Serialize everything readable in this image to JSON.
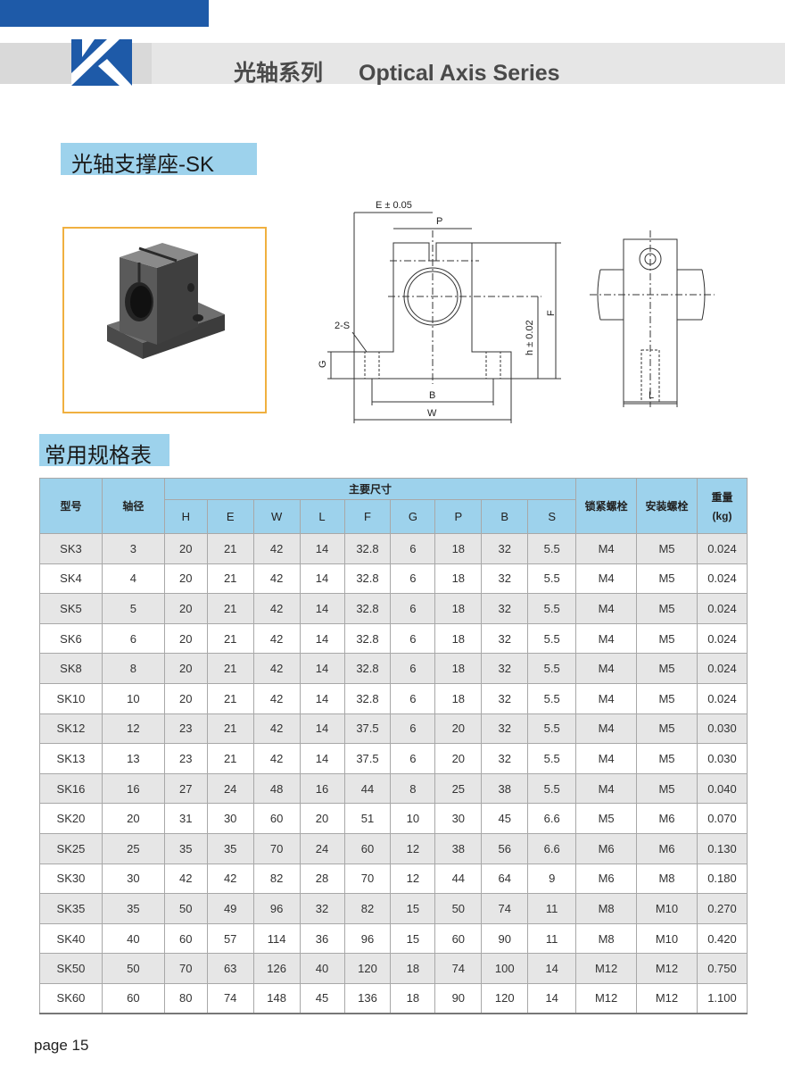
{
  "header": {
    "title_cn": "光轴系列",
    "title_en": "Optical Axis Series"
  },
  "product": {
    "title": "光轴支撑座-SK"
  },
  "table_section": {
    "title": "常用规格表"
  },
  "diagram_labels": {
    "e": "E ± 0.05",
    "p": "P",
    "s": "2-S",
    "g": "G",
    "h": "h ± 0.02",
    "f": "F",
    "b": "B",
    "w": "W",
    "l": "L"
  },
  "table": {
    "col_model": "型号",
    "col_shaft": "轴径",
    "col_main": "主要尺寸",
    "col_lock": "锁紧螺栓",
    "col_mount": "安装螺栓",
    "col_weight": "重量",
    "col_weight_unit": "(kg)",
    "dims": [
      "H",
      "E",
      "W",
      "L",
      "F",
      "G",
      "P",
      "B",
      "S"
    ],
    "rows": [
      [
        "SK3",
        "3",
        "20",
        "21",
        "42",
        "14",
        "32.8",
        "6",
        "18",
        "32",
        "5.5",
        "M4",
        "M5",
        "0.024"
      ],
      [
        "SK4",
        "4",
        "20",
        "21",
        "42",
        "14",
        "32.8",
        "6",
        "18",
        "32",
        "5.5",
        "M4",
        "M5",
        "0.024"
      ],
      [
        "SK5",
        "5",
        "20",
        "21",
        "42",
        "14",
        "32.8",
        "6",
        "18",
        "32",
        "5.5",
        "M4",
        "M5",
        "0.024"
      ],
      [
        "SK6",
        "6",
        "20",
        "21",
        "42",
        "14",
        "32.8",
        "6",
        "18",
        "32",
        "5.5",
        "M4",
        "M5",
        "0.024"
      ],
      [
        "SK8",
        "8",
        "20",
        "21",
        "42",
        "14",
        "32.8",
        "6",
        "18",
        "32",
        "5.5",
        "M4",
        "M5",
        "0.024"
      ],
      [
        "SK10",
        "10",
        "20",
        "21",
        "42",
        "14",
        "32.8",
        "6",
        "18",
        "32",
        "5.5",
        "M4",
        "M5",
        "0.024"
      ],
      [
        "SK12",
        "12",
        "23",
        "21",
        "42",
        "14",
        "37.5",
        "6",
        "20",
        "32",
        "5.5",
        "M4",
        "M5",
        "0.030"
      ],
      [
        "SK13",
        "13",
        "23",
        "21",
        "42",
        "14",
        "37.5",
        "6",
        "20",
        "32",
        "5.5",
        "M4",
        "M5",
        "0.030"
      ],
      [
        "SK16",
        "16",
        "27",
        "24",
        "48",
        "16",
        "44",
        "8",
        "25",
        "38",
        "5.5",
        "M4",
        "M5",
        "0.040"
      ],
      [
        "SK20",
        "20",
        "31",
        "30",
        "60",
        "20",
        "51",
        "10",
        "30",
        "45",
        "6.6",
        "M5",
        "M6",
        "0.070"
      ],
      [
        "SK25",
        "25",
        "35",
        "35",
        "70",
        "24",
        "60",
        "12",
        "38",
        "56",
        "6.6",
        "M6",
        "M6",
        "0.130"
      ],
      [
        "SK30",
        "30",
        "42",
        "42",
        "82",
        "28",
        "70",
        "12",
        "44",
        "64",
        "9",
        "M6",
        "M8",
        "0.180"
      ],
      [
        "SK35",
        "35",
        "50",
        "49",
        "96",
        "32",
        "82",
        "15",
        "50",
        "74",
        "11",
        "M8",
        "M10",
        "0.270"
      ],
      [
        "SK40",
        "40",
        "60",
        "57",
        "114",
        "36",
        "96",
        "15",
        "60",
        "90",
        "11",
        "M8",
        "M10",
        "0.420"
      ],
      [
        "SK50",
        "50",
        "70",
        "63",
        "126",
        "40",
        "120",
        "18",
        "74",
        "100",
        "14",
        "M12",
        "M12",
        "0.750"
      ],
      [
        "SK60",
        "60",
        "80",
        "74",
        "148",
        "45",
        "136",
        "18",
        "90",
        "120",
        "14",
        "M12",
        "M12",
        "1.100"
      ]
    ]
  },
  "footer": {
    "page": "page  15"
  },
  "colors": {
    "brand_blue": "#1e5aa8",
    "section_bg": "#9dd2ec",
    "photo_border": "#f0b040"
  }
}
